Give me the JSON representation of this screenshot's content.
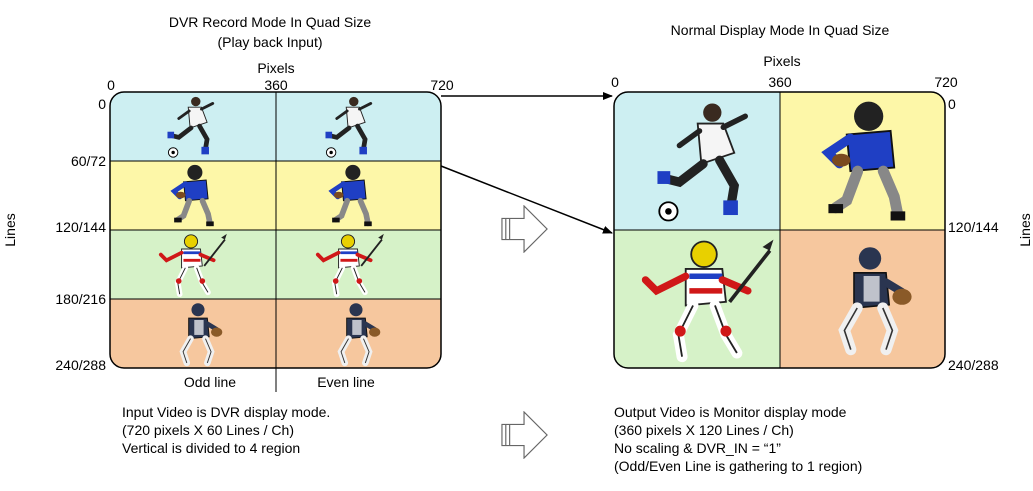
{
  "left": {
    "title": "DVR Record Mode In Quad Size",
    "subtitle": "(Play back Input)",
    "pixels_label": "Pixels",
    "x_ticks": [
      "0",
      "360",
      "720"
    ],
    "y_ticks": [
      "0",
      "60/72",
      "120/144",
      "180/216",
      "240/288"
    ],
    "y_axis_label": "Lines",
    "col_labels": [
      "Odd line",
      "Even line"
    ],
    "regions": [
      {
        "color": "#cdeff2",
        "picture": "soccer-player"
      },
      {
        "color": "#fdf7a8",
        "picture": "football-player"
      },
      {
        "color": "#d6f2c8",
        "picture": "hockey-player"
      },
      {
        "color": "#f6c79e",
        "picture": "baseball-catcher"
      }
    ],
    "caption": [
      "Input Video is DVR display mode.",
      "(720 pixels X 60 Lines / Ch)",
      "Vertical is divided to 4 region"
    ]
  },
  "right": {
    "title": "Normal Display Mode In Quad Size",
    "pixels_label": "Pixels",
    "x_ticks": [
      "0",
      "360",
      "720"
    ],
    "y_ticks": [
      "0",
      "120/144",
      "240/288"
    ],
    "y_axis_label": "Lines",
    "quadrants": [
      {
        "color": "#cdeff2",
        "picture": "soccer-player"
      },
      {
        "color": "#fdf7a8",
        "picture": "football-player"
      },
      {
        "color": "#d6f2c8",
        "picture": "hockey-player"
      },
      {
        "color": "#f6c79e",
        "picture": "baseball-catcher"
      }
    ],
    "caption": [
      "Output Video is Monitor display mode",
      "(360 pixels X 120 Lines / Ch)",
      "No scaling & DVR_IN = “1”",
      "(Odd/Even Line is gathering to 1 region)"
    ]
  }
}
